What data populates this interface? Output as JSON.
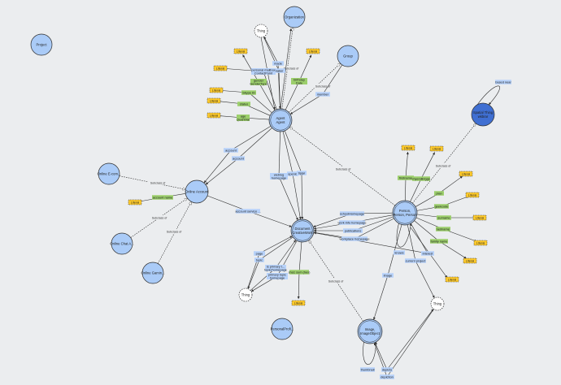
{
  "graph": {
    "nodes": {
      "project": {
        "label": "Project",
        "kind": "class"
      },
      "organization": {
        "label": "Organization",
        "kind": "class"
      },
      "thing_top": {
        "label": "Thing",
        "kind": "external"
      },
      "group": {
        "label": "Group",
        "kind": "class"
      },
      "agent": {
        "label": "Agent\nAgent",
        "kind": "class-main"
      },
      "spatial_thing": {
        "label": "Spatial Thing\nwkbrar",
        "kind": "class-dark"
      },
      "online_ecom": {
        "label": "Online E-com...",
        "kind": "class"
      },
      "online_account": {
        "label": "Online Account",
        "kind": "class"
      },
      "online_chat": {
        "label": "Online Chat A...",
        "kind": "class"
      },
      "online_gaming": {
        "label": "Online Gamin...",
        "kind": "class"
      },
      "document": {
        "label": "Document\nCreativeWork",
        "kind": "class-main"
      },
      "person": {
        "label": "Person,\nPerson, Person",
        "kind": "class-main"
      },
      "thing_left": {
        "label": "Thing",
        "kind": "external"
      },
      "thing_right": {
        "label": "Thing",
        "kind": "external"
      },
      "personal_profile": {
        "label": "PersonalProfi...",
        "kind": "class"
      },
      "image": {
        "label": "Image,\nImageObject",
        "kind": "class-main"
      }
    },
    "property_boxes": {
      "made": "made",
      "maker": "maker",
      "personal_mailbox": "personal mailbox\nContactPoint",
      "gender": "gender\nGenderType",
      "birthday": "birthday\nDate",
      "member": "member",
      "skype_id": "Skype ID",
      "status": "status",
      "age": "age\nQuantVal",
      "account": "account",
      "account_name": "account name",
      "account_service": "account service ...",
      "holds_account": "account",
      "weblog": "weblog\nhomepage",
      "openid": "openid",
      "tipjar": "tipjar",
      "school_homepage": "schoolHomepage",
      "work_info_homepage": "work info homepage",
      "publications": "publications",
      "workplace_homepage": "workplace homepage",
      "firstname": "firstname",
      "myersbriggs": "myersBriggs",
      "plan": "plan",
      "geekcode": "geekcode",
      "surname": "surname",
      "lastname": "lastname",
      "family_name": "family name",
      "knows": "knows",
      "interest": "interest",
      "current_project": "current project",
      "img": "image",
      "page": "page",
      "topic": "topic",
      "is_primary_topic": "is primary t...\ntopic/homepage",
      "primary_topic": "primary topic\nhomepage",
      "sha1sum": "sha1 sum (hex)",
      "thumbnail": "thumbnail",
      "depicts": "depicts",
      "depiction": "depiction",
      "based_near": "based near"
    },
    "edge_labels": {
      "sub_agent_org": "Subclass of",
      "sub_agent_group": "Subclass of",
      "sub_person_agent": "Subclass of",
      "sub_person_spatial": "Subclass of",
      "sub_ecom": "Subclass of",
      "sub_chat": "Subclass of",
      "sub_gaming": "Subclass of",
      "sub_image_doc": "Subclass of",
      "sub_thing": "Subclass of"
    },
    "literal_label": "Literal",
    "colors": {
      "class_fill": "#aacbf7",
      "class_stroke": "#2b2b2b",
      "dark_fill": "#3f6fd2",
      "external_fill": "#ffffff",
      "object_prop": "#b7d2fa",
      "datatype_prop": "#9ccf6c",
      "literal": "#ffcb2d",
      "edge": "#2b2b2b",
      "background": "#ebedef"
    }
  }
}
